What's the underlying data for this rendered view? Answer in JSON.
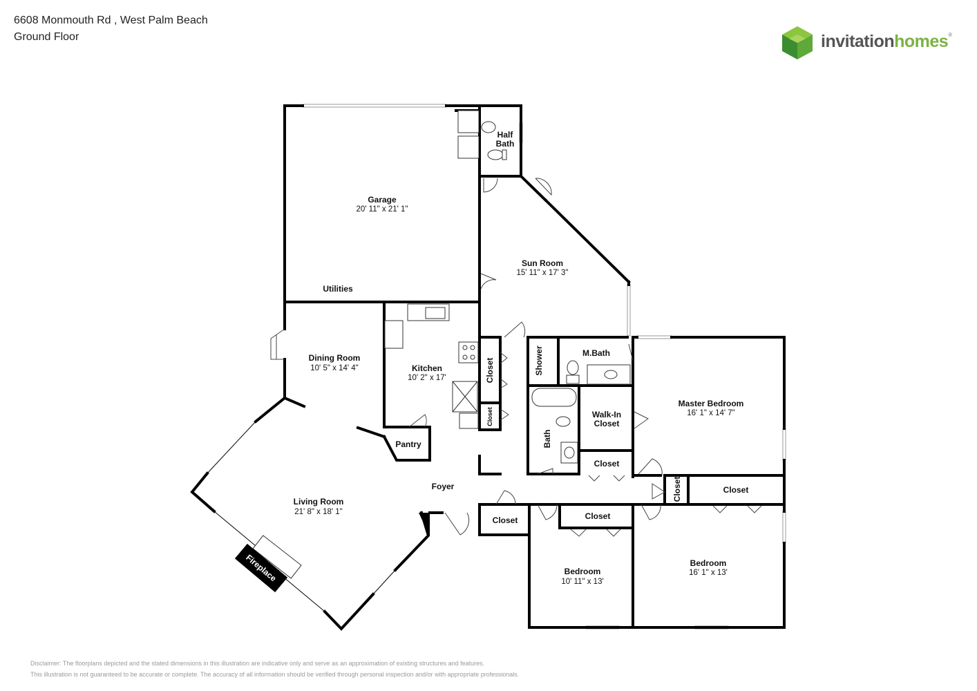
{
  "header": {
    "address": "6608 Monmouth Rd , West Palm Beach",
    "floor": "Ground Floor"
  },
  "brand": {
    "name_part1": "invitation",
    "name_part2": "homes",
    "trademark": "®",
    "icon": "green-cube-logo-icon",
    "colors": {
      "dark": "#555555",
      "green": "#7cb342",
      "cube_dark": "#3c8d2f",
      "cube_light": "#8cc63f"
    }
  },
  "rooms": {
    "half_bath": {
      "line1": "Half",
      "line2": "Bath"
    },
    "garage": {
      "name": "Garage",
      "dims": "20' 11\" x 21' 1\""
    },
    "utilities": {
      "name": "Utilities"
    },
    "sun_room": {
      "name": "Sun Room",
      "dims": "15' 11\" x 17' 3\""
    },
    "dining_room": {
      "name": "Dining Room",
      "dims": "10' 5\" x 14' 4\""
    },
    "kitchen": {
      "name": "Kitchen",
      "dims": "10' 2\" x 17'"
    },
    "closet_kitchen": {
      "name": "Closet"
    },
    "closet_small": {
      "name": "Closet"
    },
    "shower": {
      "name": "Shower"
    },
    "m_bath": {
      "name": "M.Bath"
    },
    "master_bedroom": {
      "name": "Master Bedroom",
      "dims": "16' 1\" x 14' 7\""
    },
    "walk_in_closet": {
      "line1": "Walk-In",
      "line2": "Closet"
    },
    "bath": {
      "name": "Bath"
    },
    "closet_hall": {
      "name": "Closet"
    },
    "pantry": {
      "name": "Pantry"
    },
    "foyer": {
      "name": "Foyer"
    },
    "living_room": {
      "name": "Living Room",
      "dims": "21' 8\" x 18' 1\""
    },
    "fireplace": {
      "name": "Fireplace"
    },
    "closet_foyer": {
      "name": "Closet"
    },
    "closet_bed2": {
      "name": "Closet"
    },
    "closet_vertical": {
      "name": "Closet"
    },
    "closet_bed3": {
      "name": "Closet"
    },
    "bedroom2": {
      "name": "Bedroom",
      "dims": "10' 11\" x 13'"
    },
    "bedroom3": {
      "name": "Bedroom",
      "dims": "16' 1\" x 13'"
    }
  },
  "disclaimer": {
    "line1": "Disclaimer: The floorplans depicted and the stated dimensions in this illustration are indicative only and serve as an approximation of existing structures and features.",
    "line2": "This illustration is not guaranteed to be accurate or complete. The accuracy of all information should be verified through personal inspection and/or with appropriate professionals."
  }
}
